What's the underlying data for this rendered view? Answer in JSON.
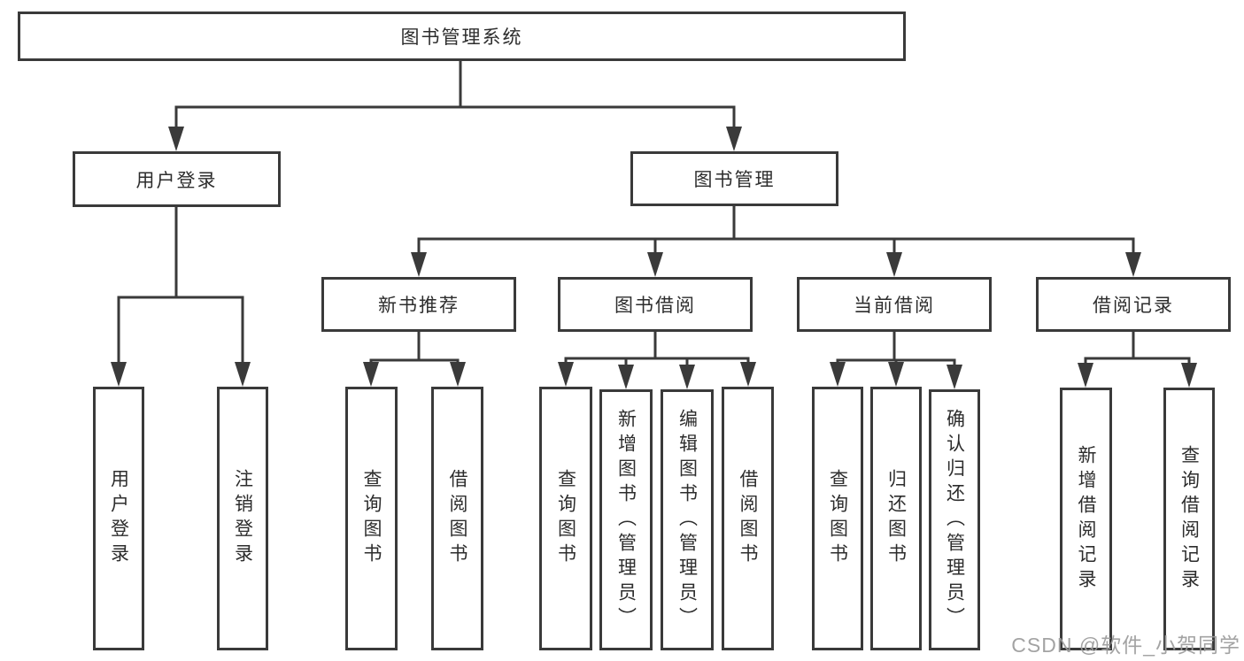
{
  "diagram_title": "图书管理系统",
  "tree": {
    "label": "图书管理系统",
    "children": [
      {
        "label": "用户登录",
        "children": [
          {
            "label": "用户登录"
          },
          {
            "label": "注销登录"
          }
        ]
      },
      {
        "label": "图书管理",
        "children": [
          {
            "label": "新书推荐",
            "children": [
              {
                "label": "查询图书"
              },
              {
                "label": "借阅图书"
              }
            ]
          },
          {
            "label": "图书借阅",
            "children": [
              {
                "label": "查询图书"
              },
              {
                "label": "新增图书（管理员）"
              },
              {
                "label": "编辑图书（管理员）"
              },
              {
                "label": "借阅图书"
              }
            ]
          },
          {
            "label": "当前借阅",
            "children": [
              {
                "label": "查询图书"
              },
              {
                "label": "归还图书"
              },
              {
                "label": "确认归还（管理员）"
              }
            ]
          },
          {
            "label": "借阅记录",
            "children": [
              {
                "label": "新增借阅记录"
              },
              {
                "label": "查询借阅记录"
              }
            ]
          }
        ]
      }
    ]
  },
  "watermark": {
    "text": "CSDN @软件_小贺同学"
  },
  "colors": {
    "line": "#3a3a3a",
    "box_border": "#3a3a3a",
    "text": "#2d2d2d",
    "watermark": "#9b9b9b",
    "background": "#ffffff"
  }
}
